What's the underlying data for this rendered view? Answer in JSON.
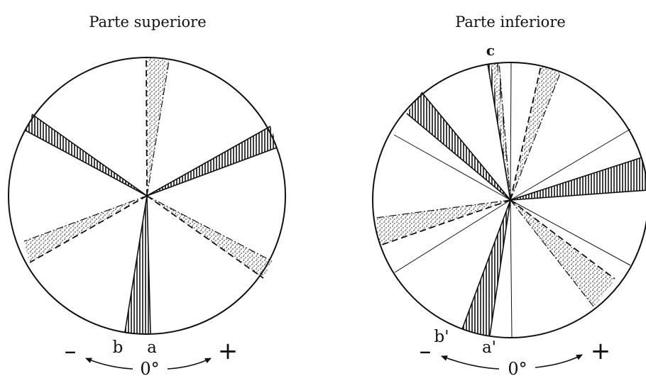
{
  "diagrams": [
    {
      "title": "Parte superiore",
      "labels": [
        {
          "id": "a",
          "text": "a"
        },
        {
          "id": "b",
          "text": "b"
        }
      ],
      "minus_sign": "–",
      "plus_sign": "+",
      "zero_label": "0°"
    },
    {
      "title": "Parte inferiore",
      "labels": [
        {
          "id": "a-prime",
          "text": "a'"
        },
        {
          "id": "b-prime",
          "text": "b'"
        },
        {
          "id": "c",
          "text": "c"
        }
      ],
      "minus_sign": "–",
      "plus_sign": "+",
      "zero_label": "0°"
    }
  ],
  "sector_styles": {
    "hatched": "vertical-hatch",
    "dotted": "stipple"
  },
  "colors": {
    "ink": "#111111",
    "paper": "#ffffff"
  }
}
